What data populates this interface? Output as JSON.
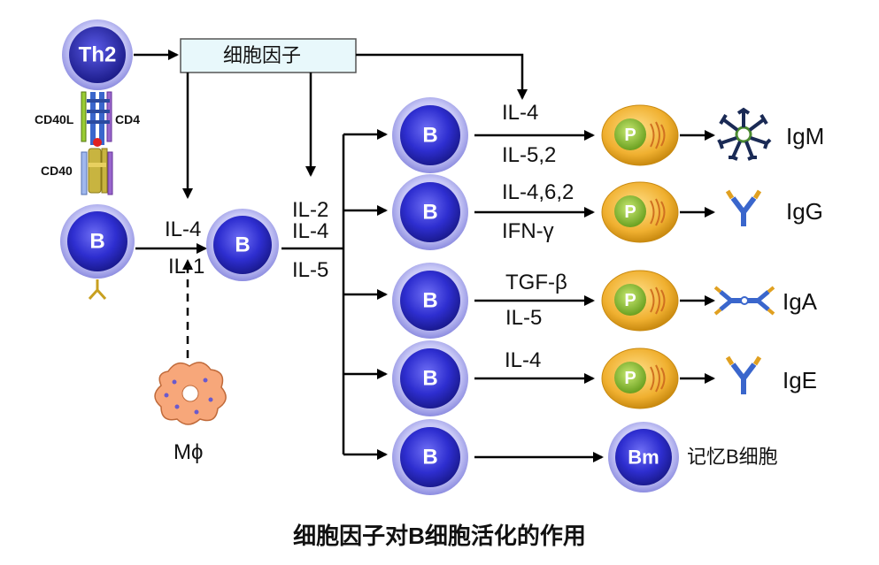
{
  "cells": {
    "th2": "Th2",
    "b": "B",
    "plasma": "P",
    "memory_b": "Bm"
  },
  "cytokine_box": "细胞因子",
  "receptors": {
    "cd40l": "CD40L",
    "cd4": "CD4",
    "cd40": "CD40"
  },
  "signals": {
    "il4_first": "IL-4",
    "il1": "IL-1",
    "il2": "IL-2",
    "il4_second": "IL-4",
    "il5": "IL-5"
  },
  "branches": [
    {
      "top": "IL-4",
      "bottom": "IL-5,2",
      "product": "IgM"
    },
    {
      "top": "IL-4,6,2",
      "bottom": "IFN-γ",
      "product": "IgG"
    },
    {
      "top": "TGF-β",
      "bottom": "IL-5",
      "product": "IgA"
    },
    {
      "top": "IL-4",
      "bottom": "",
      "product": "IgE"
    },
    {
      "top": "",
      "bottom": "",
      "product": "记忆B细胞"
    }
  ],
  "macrophage": "Mϕ",
  "caption": "细胞因子对B细胞活化的作用",
  "colors": {
    "b_cell": "#3a3ad0",
    "b_cell_rim": "#a8a8f0",
    "plasma_cell": "#f0b030",
    "nucleus": "#8cc63f",
    "macrophage": "#f7a77a",
    "box_fill": "#e8f8fb"
  }
}
